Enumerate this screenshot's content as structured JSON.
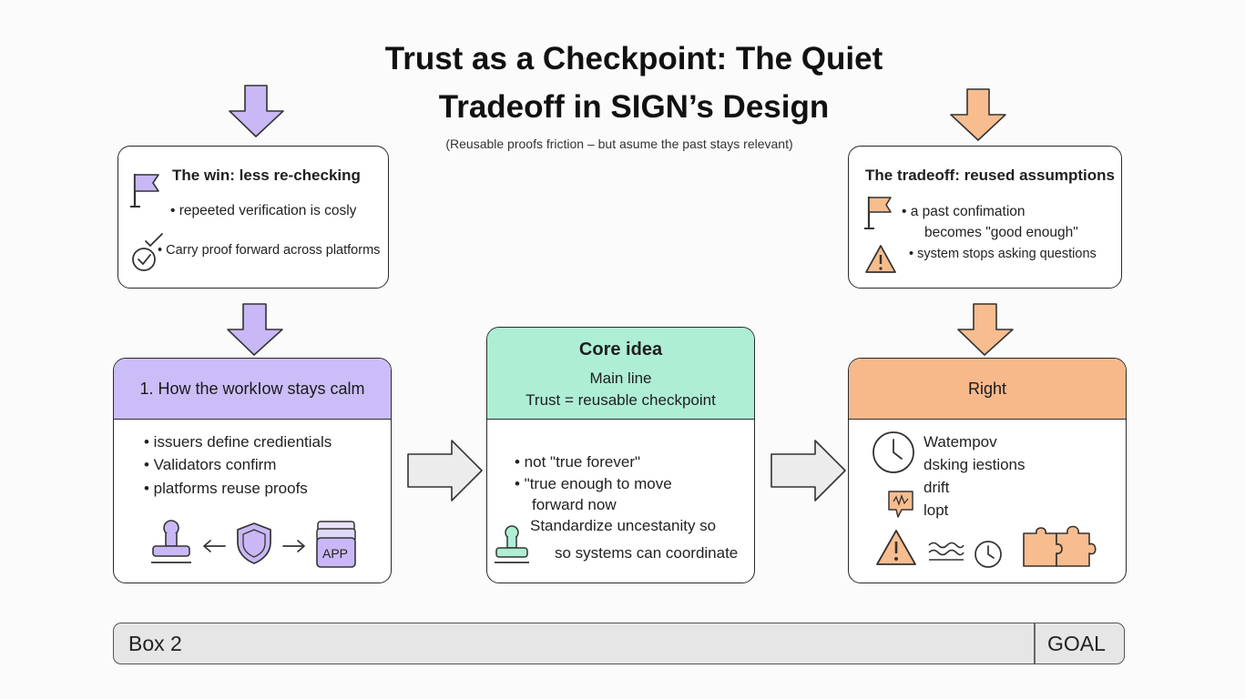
{
  "title": "Trust as a Checkpoint: The Quiet Tradeoff in SIGN’s Design",
  "subtitle": "(Reusable proofs friction – but asume the past stays relevant)",
  "top_left_card": {
    "title": "The win: less re-checking",
    "bullets": [
      "• repeeted verification is cosly",
      "• Carry proof forward across platforms"
    ]
  },
  "top_right_card": {
    "title": "The tradeoff: reused assumptions",
    "bullets": [
      "• a past confimation",
      "becomes \"good enough\"",
      "• system stops asking questions"
    ]
  },
  "left_panel": {
    "header": "1. How the workIow stays calm",
    "bullets": [
      "• issuers define credientials",
      "• Validators confirm",
      "• platforms reuse proofs"
    ],
    "app_label": "APP"
  },
  "center_panel": {
    "header_line1": "Core idea",
    "header_line2": "Main line",
    "header_line3": "Trust = reusable checkpoint",
    "bullets": [
      "• not \"true forever\"",
      "• \"true enough to move",
      "forward now",
      "Standardize uncestanity so",
      "so systems can coordinate"
    ]
  },
  "right_panel": {
    "header": "Right",
    "items": [
      "Watempov",
      "dsking iestions",
      "drift",
      "lopt"
    ]
  },
  "bottom_bar": {
    "left_label": "Box 2",
    "right_label": "GOAL"
  },
  "colors": {
    "purple_fill": "#c9b8f5",
    "purple_header": "#cbbdf7",
    "green_header": "#aeeed5",
    "orange_fill": "#f7bd8e",
    "orange_header": "#f7b98a",
    "gray_arrow": "#ececec"
  }
}
